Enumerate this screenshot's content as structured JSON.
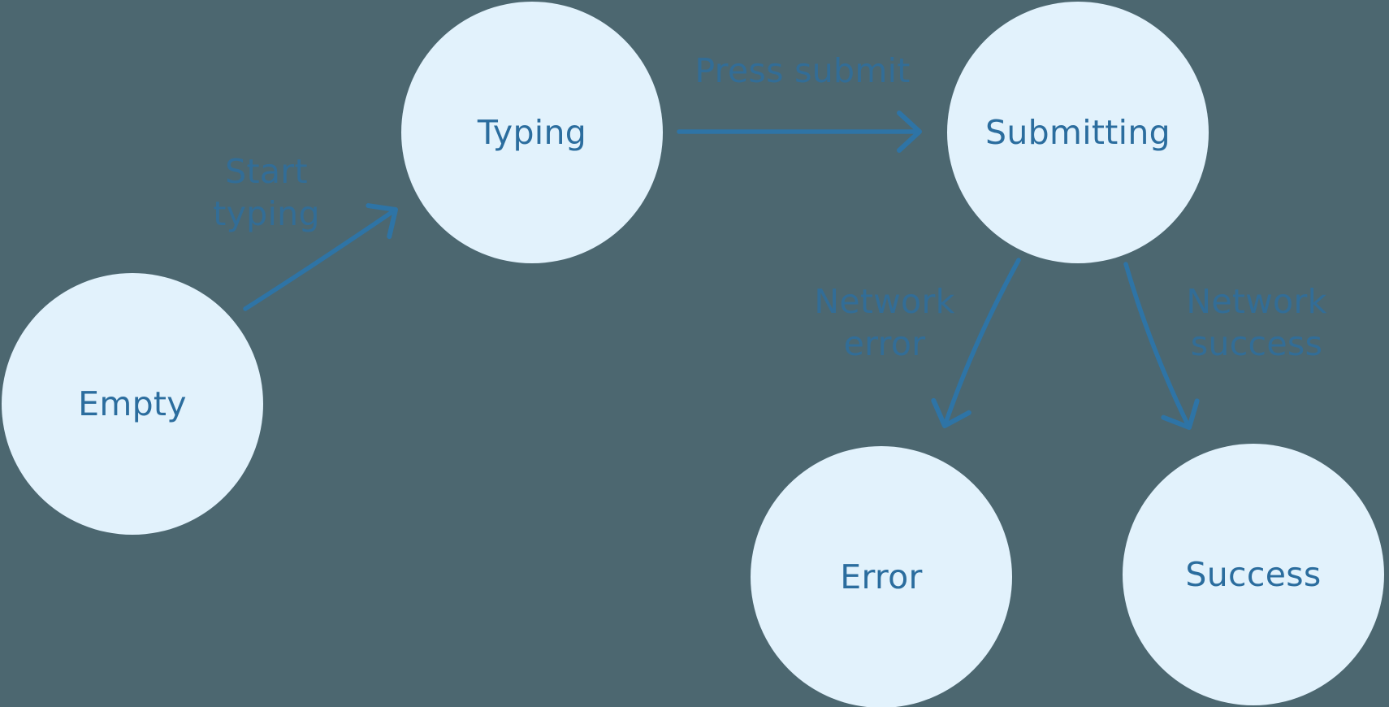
{
  "diagram": {
    "kind": "state-machine",
    "colors": {
      "background": "#4C6770",
      "node_fill": "#E2F2FC",
      "node_text": "#2B6D9E",
      "edge_stroke": "#2E74A6",
      "edge_label_text": "#2E6F9E"
    },
    "nodes": [
      {
        "id": "empty",
        "label": "Empty"
      },
      {
        "id": "typing",
        "label": "Typing"
      },
      {
        "id": "submitting",
        "label": "Submitting"
      },
      {
        "id": "error",
        "label": "Error"
      },
      {
        "id": "success",
        "label": "Success"
      }
    ],
    "edges": [
      {
        "from": "empty",
        "to": "typing",
        "label": "Start typing",
        "label_lines": [
          "Start",
          "typing"
        ]
      },
      {
        "from": "typing",
        "to": "submitting",
        "label": "Press submit",
        "label_lines": [
          "Press submit"
        ]
      },
      {
        "from": "submitting",
        "to": "error",
        "label": "Network error",
        "label_lines": [
          "Network",
          "error"
        ]
      },
      {
        "from": "submitting",
        "to": "success",
        "label": "Network success",
        "label_lines": [
          "Network",
          "success"
        ]
      }
    ]
  }
}
